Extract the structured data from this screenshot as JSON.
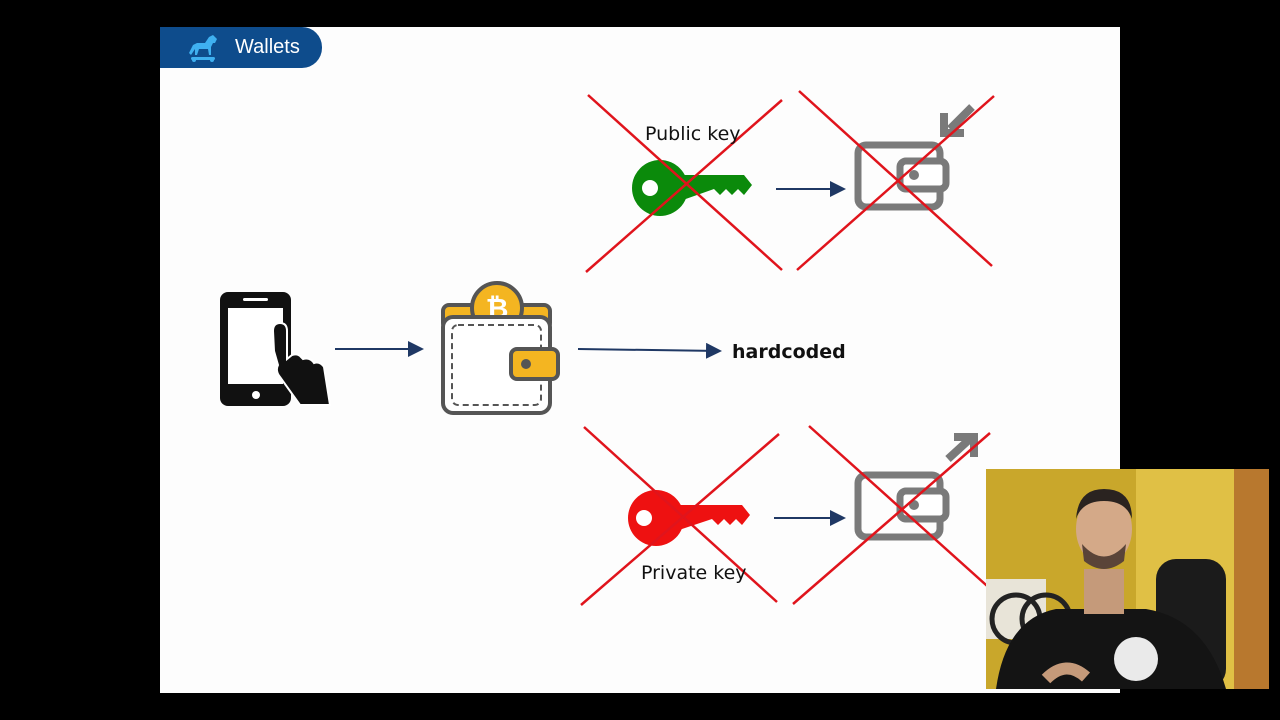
{
  "header": {
    "title": "Wallets",
    "logo_icon": "horse-logo-icon",
    "background": "#0e4c8c"
  },
  "diagram": {
    "public_key_label": "Public key",
    "private_key_label": "Private key",
    "hardcoded_label": "hardcoded",
    "public_key_color": "#0b8a0b",
    "private_key_color": "#ee1111",
    "cross_color": "#e0141c",
    "wallet_accent": "#f4b521",
    "arrow_color": "#1f3864"
  },
  "webcam": {
    "icon": "presenter-webcam-feed"
  }
}
